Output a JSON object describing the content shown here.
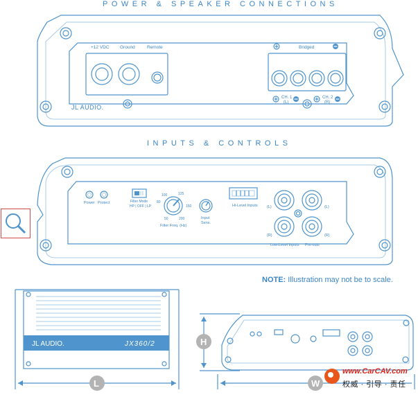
{
  "titles": {
    "power": "POWER & SPEAKER CONNECTIONS",
    "inputs": "INPUTS & CONTROLS"
  },
  "power_panel": {
    "plus12": "+12 VDC",
    "ground": "Ground",
    "remote": "Remote",
    "bridged": "Bridged",
    "ch1": "CH. 1",
    "ch1_sub": "(L)",
    "ch2": "CH. 2",
    "ch2_sub": "(R)",
    "brand": "JL AUDIO."
  },
  "input_panel": {
    "power": "Power",
    "protect": "Protect",
    "filter_mode": "Filter Mode",
    "filter_mode_opts": "HP | OFF | LP",
    "freq_ticks": [
      "80",
      "100",
      "125",
      "150",
      "200",
      "50"
    ],
    "filter_freq": "Filter Freq. (Hz)",
    "input_sens": "Input",
    "input_sens2": "Sens.",
    "hi_level": "Hi-Level Inputs",
    "l1": "(L)",
    "l2": "(L)",
    "r1": "(R)",
    "r2": "(R)",
    "low_level": "Low-Level Inputs",
    "preouts": "Pre-outs"
  },
  "note": {
    "label": "NOTE:",
    "text": " Illustration may not be to scale."
  },
  "dims": {
    "L": "L",
    "H": "H",
    "W": "W",
    "brand": "JL AUDIO.",
    "model": "JX360/2"
  },
  "watermark": {
    "url": "www.CarCAV.com",
    "sub": "权威 · 引导 · 责任"
  },
  "colors": {
    "line": "#4f94cc",
    "light": "#a9cbe7",
    "text": "#3d86c6",
    "badge": "#b3b3b3",
    "watermark_red": "#d9261c"
  }
}
